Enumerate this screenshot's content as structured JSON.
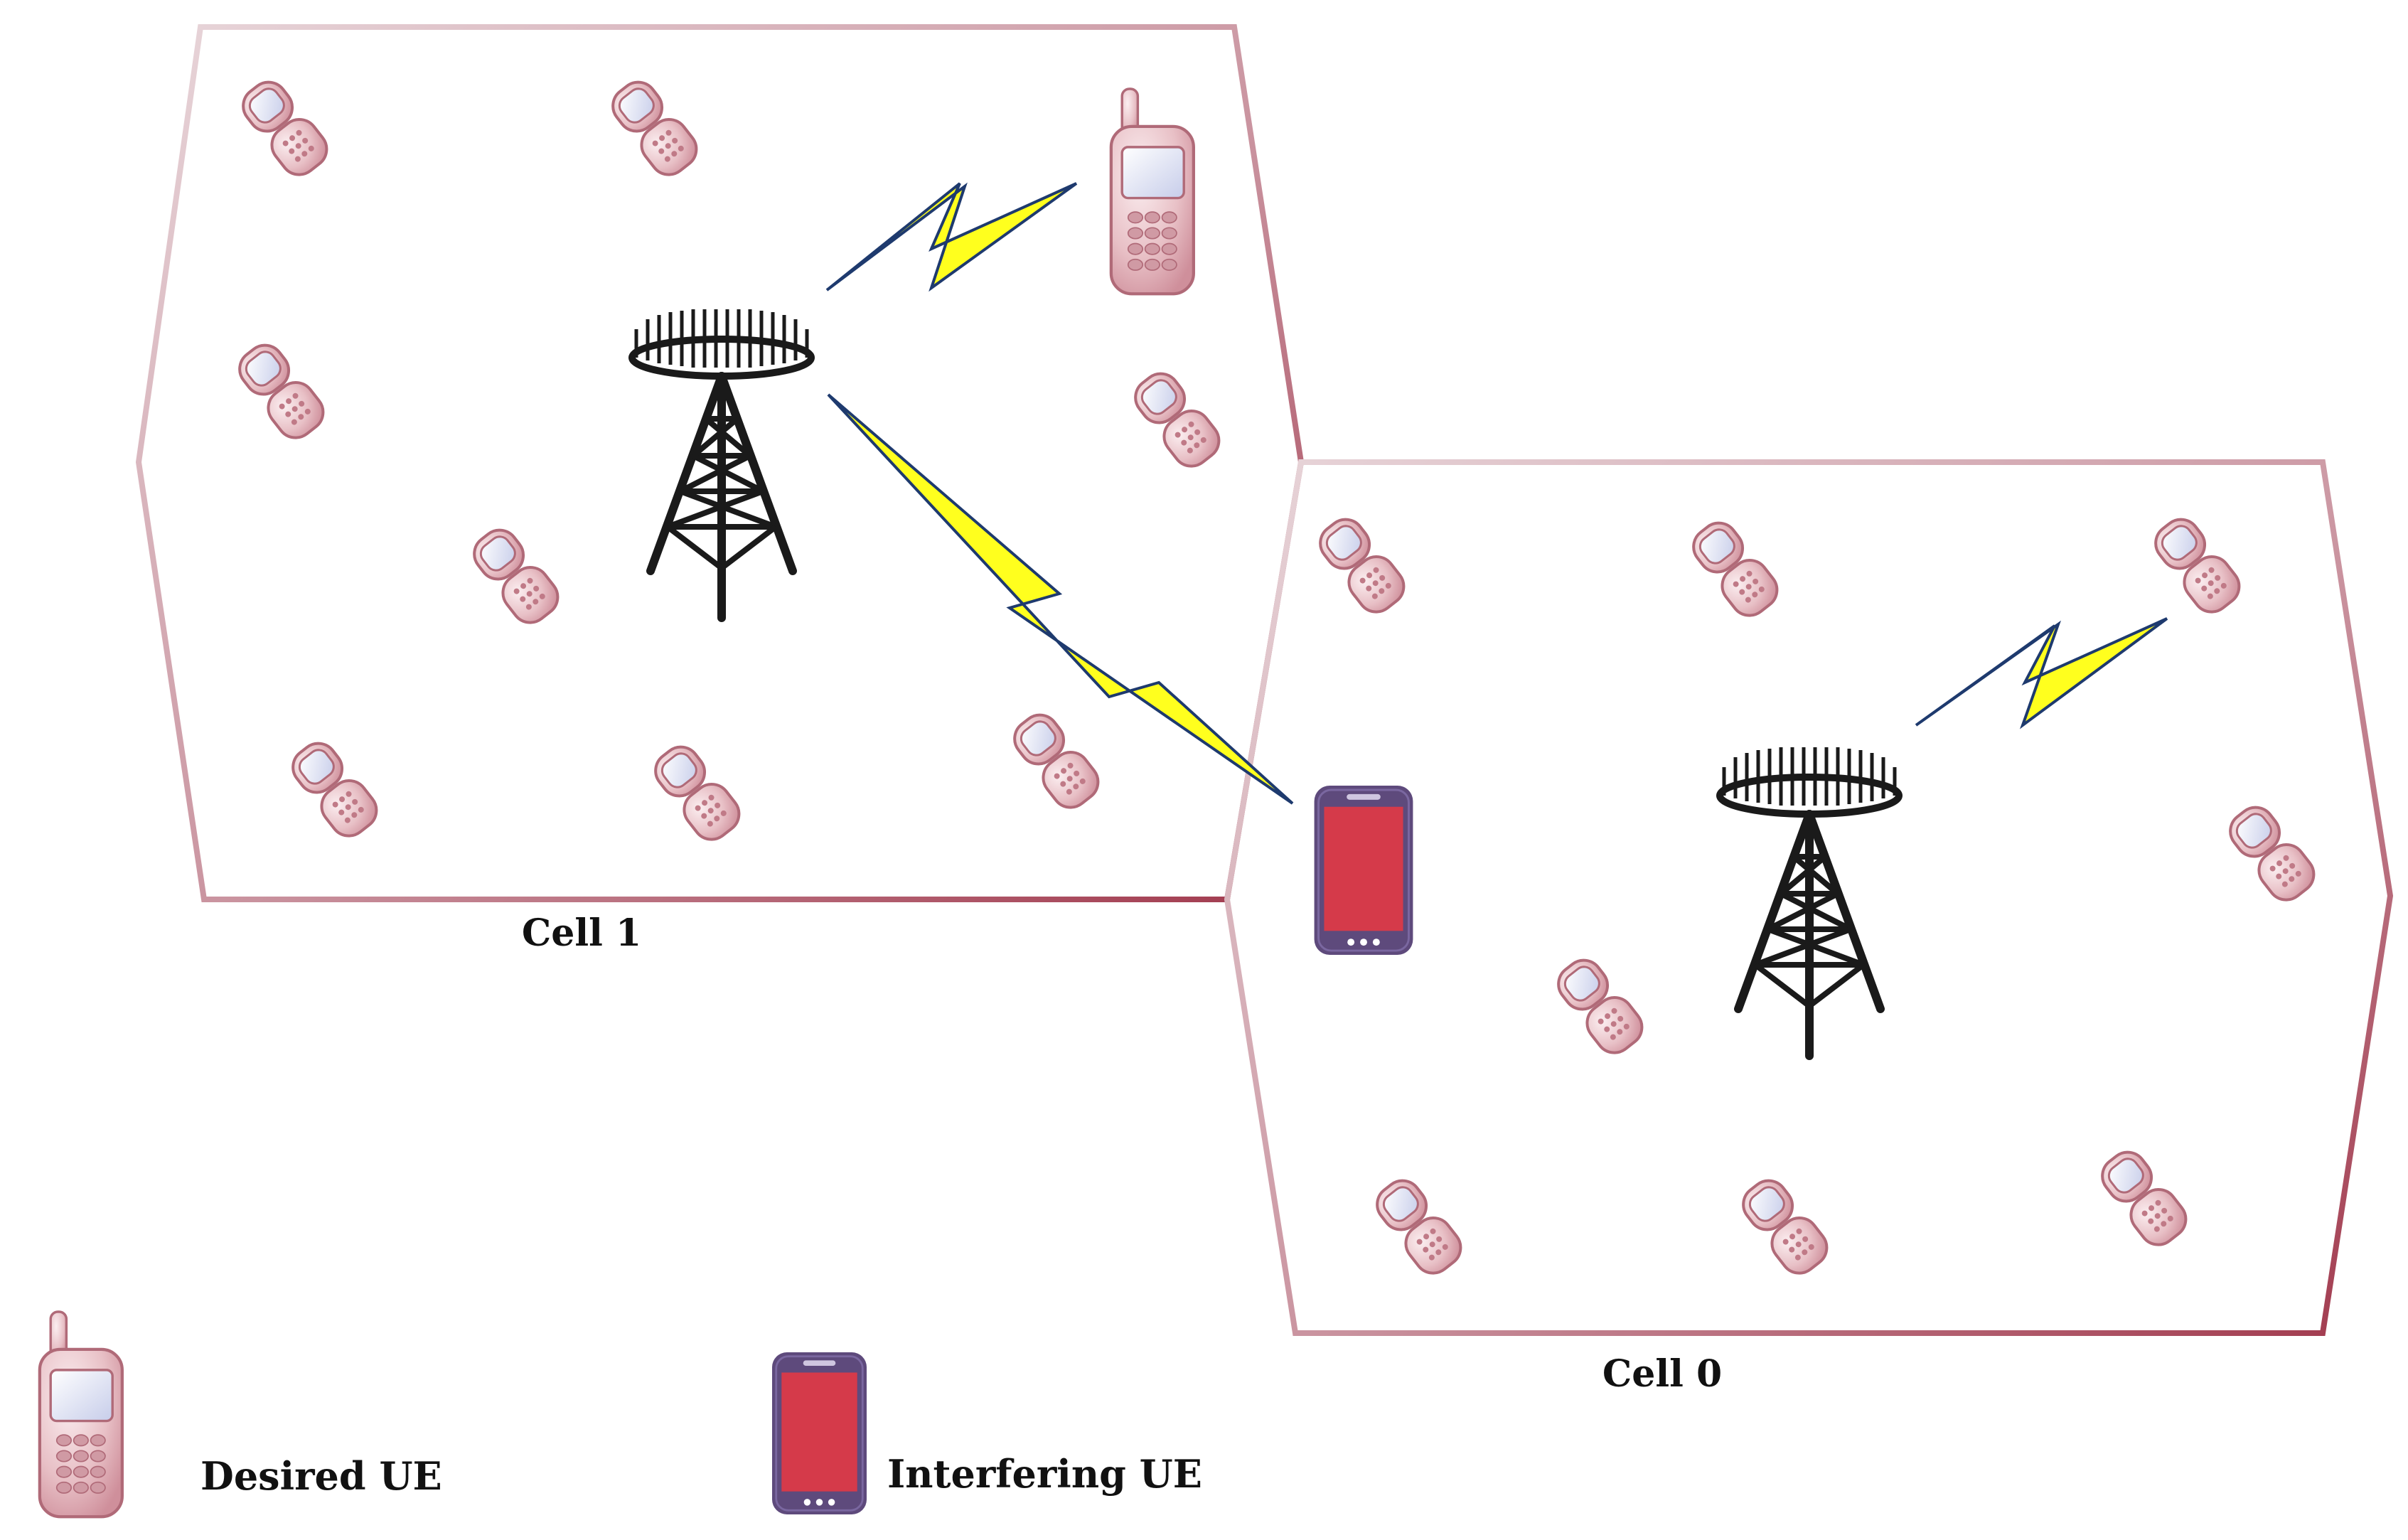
{
  "diagram": {
    "cells": [
      {
        "id": "cell-1",
        "label": "Cell 1"
      },
      {
        "id": "cell-0",
        "label": "Cell 0"
      }
    ],
    "legend": {
      "desired": "Desired UE",
      "interfering": "Interfering UE"
    },
    "colors": {
      "cell_border_dark": "#a34a5b",
      "cell_border_light": "#e6d2d6",
      "lightning_fill": "#ffff1e",
      "lightning_stroke": "#1e3a6e",
      "tower": "#1a1a1a",
      "ue_body": "#e8c0c6",
      "ue_outline": "#b06a78",
      "interferer_frame": "#5e4a7c",
      "interferer_screen": "#d53a4a"
    }
  }
}
